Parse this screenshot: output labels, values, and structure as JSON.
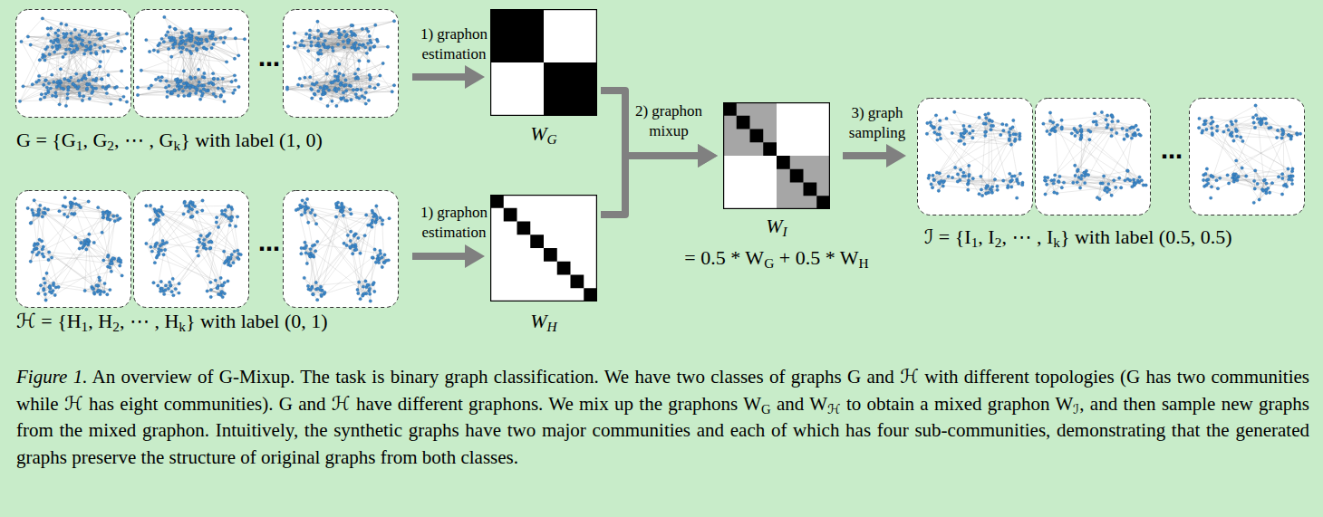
{
  "diagram": {
    "caption": "Figure 1. An overview of G-Mixup. The task is binary graph classification. We have two classes of graphs G and ℋ with different topologies (G has two communities while ℋ has eight communities). G and ℋ have different graphons. We mix up the graphons WG and Wℋ to obtain a mixed graphon Wℐ, and then sample new graphs from the mixed graphon. Intuitively, the synthetic graphs have two major communities and each of which has four sub-communities, demonstrating that the generated graphs preserve the structure of original graphs from both classes.",
    "nodes": [
      {
        "text": [
          "G = {G1, G2, ⋯ , Gk} with label (1, 0)"
        ]
      },
      {
        "text": [
          "WG"
        ]
      },
      {
        "text": [
          "ℋ = {H1, H2, ⋯ , Hk} with label (0, 1)"
        ]
      },
      {
        "text": [
          "WH"
        ]
      },
      {
        "text": [
          "WI",
          "= 0.5 * WG + 0.5 * WH"
        ]
      },
      {
        "text": [
          "ℐ = {I1, I2, ⋯ , Ik} with label (0.5, 0.5)"
        ]
      }
    ],
    "edges": [
      {
        "from": 0,
        "to": 1,
        "arrow": "to",
        "label": "1) graphon estimation"
      },
      {
        "from": 2,
        "to": 3,
        "arrow": "to",
        "label": "1) graphon estimation"
      },
      {
        "from": 1,
        "to": 4,
        "arrow": "to",
        "label": "2) graphon mixup"
      },
      {
        "from": 3,
        "to": 4,
        "arrow": "to"
      },
      {
        "from": 4,
        "to": 5,
        "arrow": "to",
        "label": "3) graph sampling"
      }
    ],
    "labels": [
      "⋯",
      "⋯",
      "⋯"
    ]
  }
}
